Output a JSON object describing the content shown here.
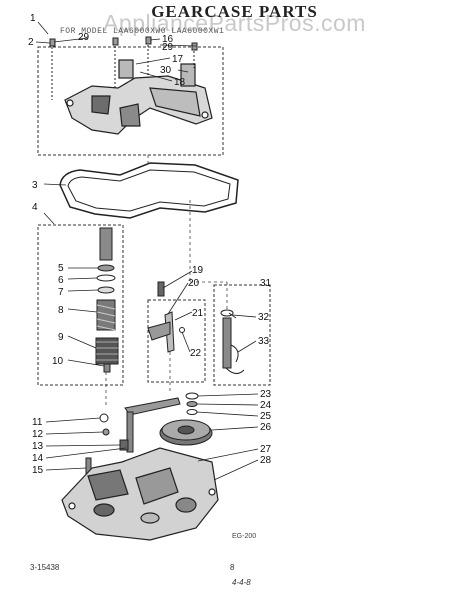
{
  "page": {
    "title": "GEARCASE PARTS",
    "watermark": "AppliancePartsPros.com",
    "model_line": "FOR MODEL LAA6000XW0 LAA6000XW1",
    "diagram_code": "EG-200",
    "part_number": "3-15438",
    "page_number": "8",
    "date": "4-4-8"
  },
  "callouts": [
    "1",
    "2",
    "29",
    "16",
    "17",
    "29",
    "30",
    "18",
    "3",
    "4",
    "5",
    "6",
    "7",
    "8",
    "9",
    "10",
    "19",
    "20",
    "21",
    "22",
    "31",
    "32",
    "33",
    "11",
    "12",
    "13",
    "14",
    "15",
    "23",
    "24",
    "25",
    "26",
    "27",
    "28"
  ]
}
